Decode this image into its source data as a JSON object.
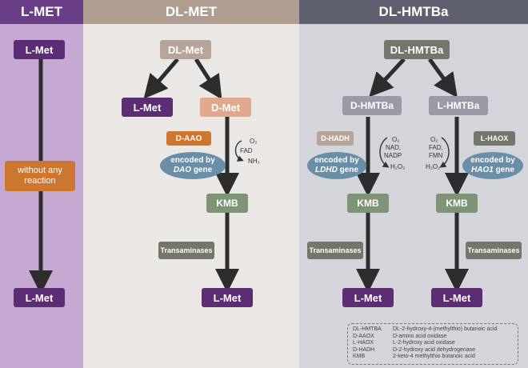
{
  "colors": {
    "lmet_panel": "#c6a9d3",
    "lmet_header": "#6a3d87",
    "dlmet_panel": "#ebe7e4",
    "dlmet_header": "#b09d91",
    "hmtba_panel": "#d4d5db",
    "hmtba_header": "#5e6070",
    "arrow": "#2d2d2d"
  },
  "headers": {
    "lmet": "L-MET",
    "dlmet": "DL-MET",
    "hmtba": "DL-HMTBa"
  },
  "lmet": {
    "top": "L-Met",
    "reaction": "without any reaction",
    "bottom": "L-Met"
  },
  "dlmet": {
    "top": "DL-Met",
    "l_met": "L-Met",
    "d_met": "D-Met",
    "enzyme": "D-AAO",
    "gene_line1": "encoded by",
    "gene_name": "DAO",
    "gene_suffix": "gene",
    "cof_o2": "O₂",
    "cof_fad": "FAD",
    "cof_nh3": "NH₃",
    "kmb": "KMB",
    "transaminases": "Transaminases",
    "bottom": "L-Met"
  },
  "hmtba": {
    "top": "DL-HMTBa",
    "d_hmtba": "D-HMTBa",
    "l_hmtba": "L-HMTBa",
    "d_enzyme": "D-HADH",
    "l_enzyme": "L-HAOX",
    "d_gene_line1": "encoded by",
    "d_gene_name": "LDHD",
    "d_gene_suffix": "gene",
    "l_gene_line1": "encoded by",
    "l_gene_name": "HAO1",
    "l_gene_suffix": "gene",
    "d_cof_o2": "O₂",
    "d_cof_nad": "NAD,",
    "d_cof_nadp": "NADP",
    "d_cof_h2o2": "H₂O₂",
    "l_cof_o2": "O₂",
    "l_cof_fad": "FAD,",
    "l_cof_fmn": "FMN",
    "l_cof_h2o2": "H₂O₂",
    "kmb_left": "KMB",
    "kmb_right": "KMB",
    "trans_left": "Transaminases",
    "trans_right": "Transaminases",
    "bottom_left": "L-Met",
    "bottom_right": "L-Met"
  },
  "legend": [
    {
      "abbr": "DL-HMTBA",
      "desc": "DL-2-hydroxy-4-(methylthio) butanoic acid"
    },
    {
      "abbr": "D-AAOX",
      "desc": "D-amino acid oxidase"
    },
    {
      "abbr": "L-HAOX",
      "desc": "L-2-hydroxy acid oxidase"
    },
    {
      "abbr": "D-HADH",
      "desc": "D-2-hydroxy acid dehydrogenase"
    },
    {
      "abbr": "KMB",
      "desc": "2-keto-4 methylthio butanoic acid"
    }
  ]
}
